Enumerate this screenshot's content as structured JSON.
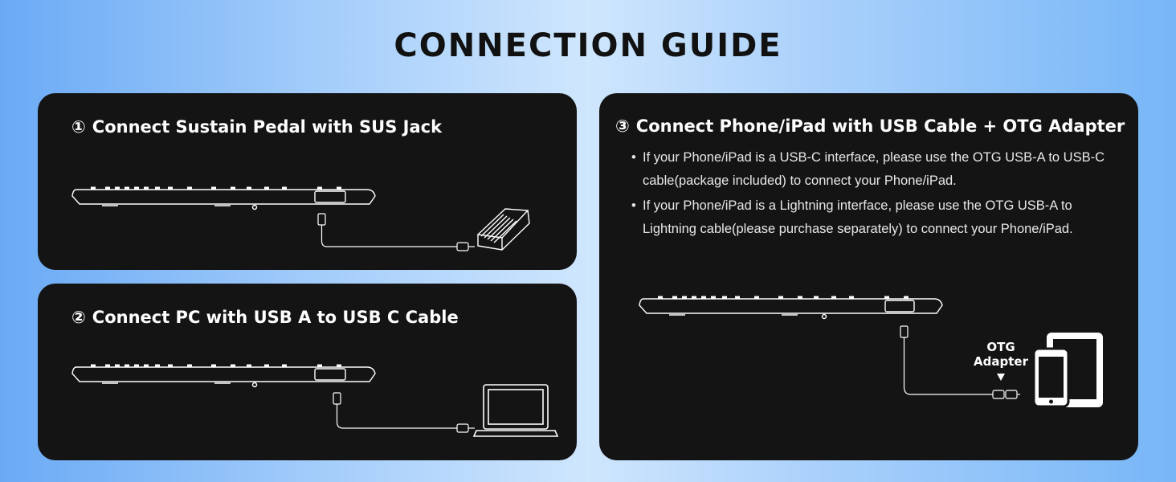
{
  "title": "CONNECTION GUIDE",
  "panels": [
    {
      "number": "①",
      "heading": "Connect Sustain Pedal with SUS Jack"
    },
    {
      "number": "②",
      "heading": "Connect PC with USB A to USB C Cable"
    },
    {
      "number": "③",
      "heading": "Connect Phone/iPad with USB Cable + OTG Adapter",
      "bullets": [
        "If your Phone/iPad is a USB-C interface, please use the OTG USB-A to USB-C cable(package included) to connect your Phone/iPad.",
        "If your Phone/iPad is a Lightning interface, please use the OTG USB-A to Lightning cable(please purchase separately) to connect your Phone/iPad."
      ],
      "otg_label_line1": "OTG",
      "otg_label_line2": "Adapter"
    }
  ],
  "icons": [
    "keyboard-controller-icon",
    "sustain-pedal-icon",
    "laptop-icon",
    "phone-icon",
    "tablet-icon",
    "usb-c-plug-icon",
    "otg-adapter-icon"
  ],
  "colors": {
    "panel_bg": "#141414",
    "line": "#ffffff",
    "title": "#111111"
  }
}
